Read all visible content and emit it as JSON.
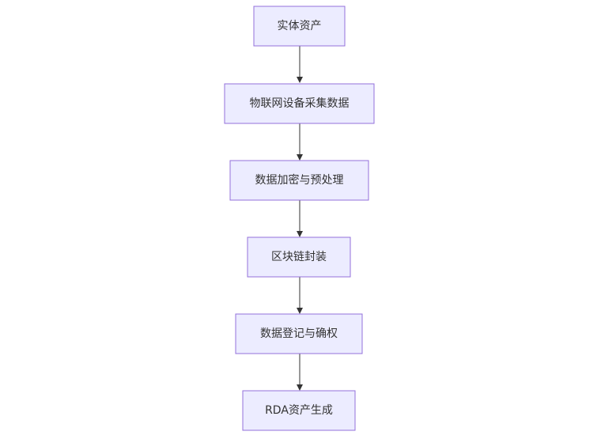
{
  "diagram": {
    "nodes": [
      {
        "id": "physical-asset",
        "label": "实体资产"
      },
      {
        "id": "iot-collection",
        "label": "物联网设备采集数据"
      },
      {
        "id": "encryption",
        "label": "数据加密与预处理"
      },
      {
        "id": "blockchain",
        "label": "区块链封装"
      },
      {
        "id": "registration",
        "label": "数据登记与确权"
      },
      {
        "id": "rda-generation",
        "label": "RDA资产生成"
      }
    ]
  }
}
